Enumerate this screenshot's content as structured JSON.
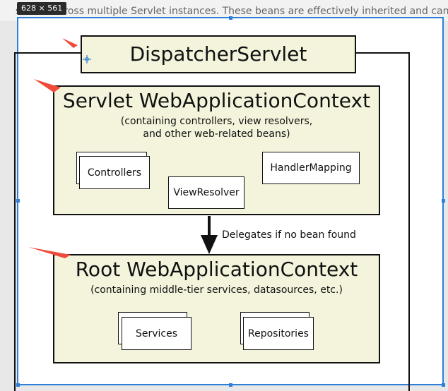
{
  "window": {
    "dimension_badge": "628 × 561",
    "background_line": "shared across multiple Servlet instances. These beans are effectively inherited and can be overridden in the Servlet-specific, child WebApplicationContext, which typically contains"
  },
  "diagram": {
    "dispatcher": {
      "title": "DispatcherServlet"
    },
    "servlet_context": {
      "title": "Servlet WebApplicationContext",
      "subtitle_line1": "(containing controllers, view resolvers,",
      "subtitle_line2": "and other web-related beans)",
      "items": [
        "Controllers",
        "ViewResolver",
        "HandlerMapping"
      ]
    },
    "delegation": {
      "label": "Delegates if no bean found"
    },
    "root_context": {
      "title": "Root WebApplicationContext",
      "subtitle": "(containing middle-tier services, datasources, etc.)",
      "items": [
        "Services",
        "Repositories"
      ]
    }
  },
  "colors": {
    "box_fill": "#f4f4dc",
    "annotation_arrow": "#f04a3a",
    "selection_border": "#2f7fd8"
  }
}
